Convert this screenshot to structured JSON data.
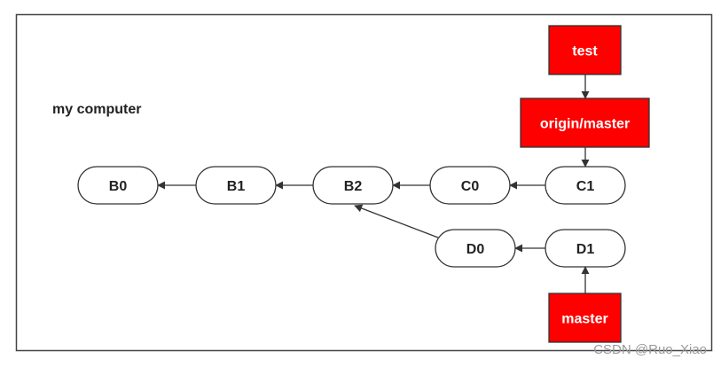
{
  "title": "my computer",
  "commits": [
    {
      "id": "b0",
      "label": "B0"
    },
    {
      "id": "b1",
      "label": "B1"
    },
    {
      "id": "b2",
      "label": "B2"
    },
    {
      "id": "c0",
      "label": "C0"
    },
    {
      "id": "c1",
      "label": "C1"
    },
    {
      "id": "d0",
      "label": "D0"
    },
    {
      "id": "d1",
      "label": "D1"
    }
  ],
  "refs": [
    {
      "id": "test",
      "label": "test"
    },
    {
      "id": "origin-master",
      "label": "origin/master"
    },
    {
      "id": "master",
      "label": "master"
    }
  ],
  "watermark": "CSDN @Ruo_Xiao",
  "colors": {
    "ref_fill": "#ff0000",
    "stroke": "#333333",
    "frame": "#444444"
  }
}
